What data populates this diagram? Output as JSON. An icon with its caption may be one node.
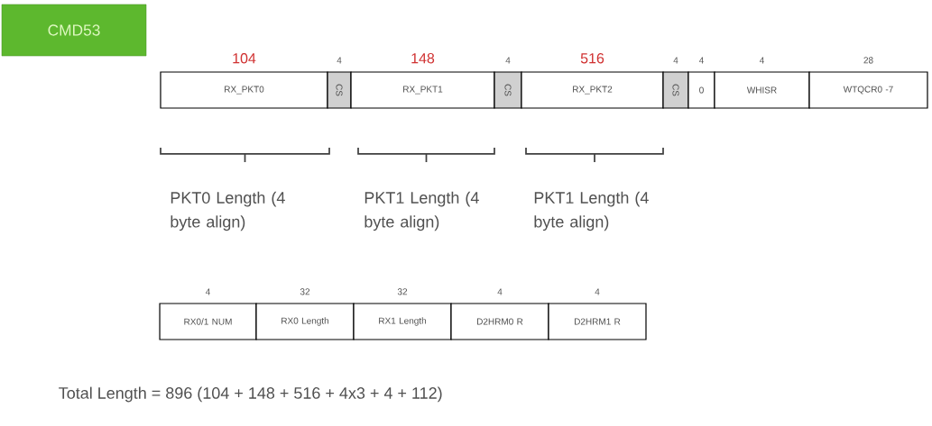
{
  "diagram": {
    "nodes": [
      {
        "text": [
          "CMD53"
        ]
      },
      {
        "text": [
          "RX_PKT0"
        ],
        "beside": [
          "104"
        ]
      },
      {
        "text": [
          "CS"
        ],
        "beside": [
          "4"
        ]
      },
      {
        "text": [
          "RX_PKT1"
        ],
        "beside": [
          "148"
        ]
      },
      {
        "text": [
          "CS"
        ],
        "beside": [
          "4"
        ]
      },
      {
        "text": [
          "RX_PKT2"
        ],
        "beside": [
          "516"
        ]
      },
      {
        "text": [
          "CS"
        ],
        "beside": [
          "4"
        ]
      },
      {
        "text": [
          "0"
        ],
        "beside": [
          "4"
        ]
      },
      {
        "text": [
          "WHISR"
        ],
        "beside": [
          "4"
        ]
      },
      {
        "text": [
          "WTQCR0 -7"
        ],
        "beside": [
          "28"
        ]
      },
      {
        "text": [
          "RX0/1 NUM"
        ],
        "beside": [
          "4"
        ]
      },
      {
        "text": [
          "RX0 Length"
        ],
        "beside": [
          "32"
        ]
      },
      {
        "text": [
          "RX1 Length"
        ],
        "beside": [
          "32"
        ]
      },
      {
        "text": [
          "D2HRM0 R"
        ],
        "beside": [
          "4"
        ]
      },
      {
        "text": [
          "D2HRM1 R"
        ],
        "beside": [
          "4"
        ]
      }
    ],
    "labels": [
      "PKT0 Length (4 byte align)",
      "PKT1 Length (4 byte align)",
      "PKT1 Length (4 byte align)",
      "Total Length = 896 (104 + 148 + 516 + 4x3 + 4 + 112)"
    ]
  }
}
